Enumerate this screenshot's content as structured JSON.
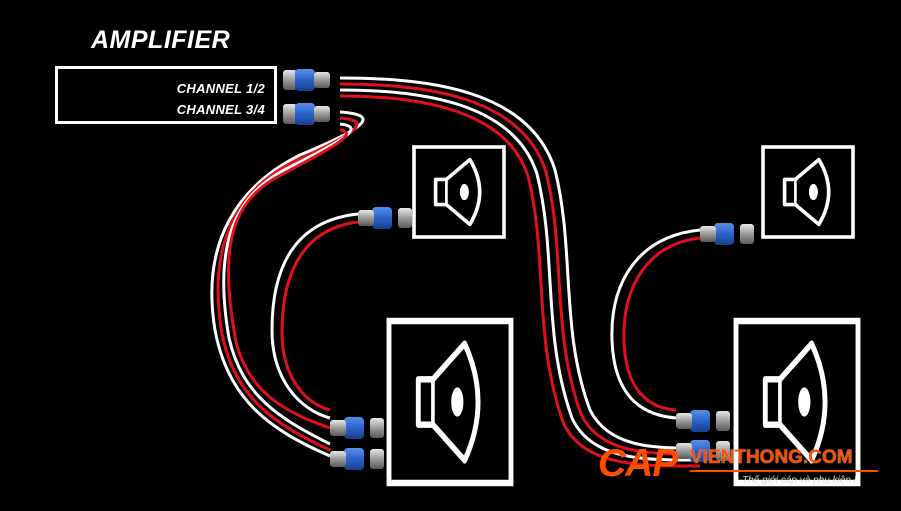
{
  "title": "AMPLIFIER",
  "amplifier": {
    "channels": [
      "CHANNEL 1/2",
      "CHANNEL 3/4"
    ]
  },
  "watermark": {
    "brand_prefix": "CAP",
    "brand_domain": "VIENTHONG.COM",
    "tagline": "Thế giới cáp và phụ kiện !"
  },
  "colors": {
    "background": "#000000",
    "cable_red": "#e0101a",
    "cable_white": "#ffffff",
    "connector_blue": "#2a62c9",
    "brand_orange": "#ff4d00"
  }
}
